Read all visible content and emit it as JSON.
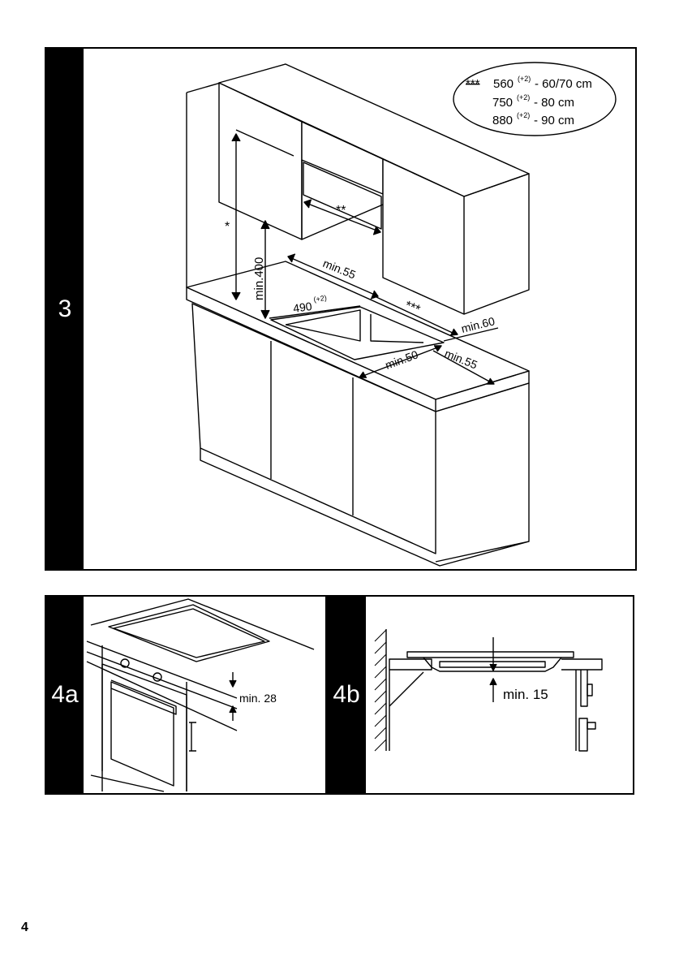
{
  "panel3": {
    "label": "3",
    "legend": {
      "line1_mark": "***",
      "line1_value": "560",
      "line1_sup": "(+2)",
      "line1_rest": " - 60/70 cm",
      "line2_value": "750",
      "line2_sup": "(+2)",
      "line2_rest": " - 80 cm",
      "line3_value": "880",
      "line3_sup": "(+2)",
      "line3_rest": " - 90 cm"
    },
    "dims": {
      "star": "*",
      "double_star": "**",
      "triple_star": "***",
      "min400": "min.400",
      "min55_top": "min.55",
      "d490": "490",
      "d490_sup": "(+2)",
      "min60": "min.60",
      "min50": "min.50",
      "min55_bottom": "min.55"
    }
  },
  "panel4a": {
    "label": "4a",
    "dim": "min. 28"
  },
  "panel4b": {
    "label": "4b",
    "dim": "min. 15"
  },
  "page_number": "4"
}
